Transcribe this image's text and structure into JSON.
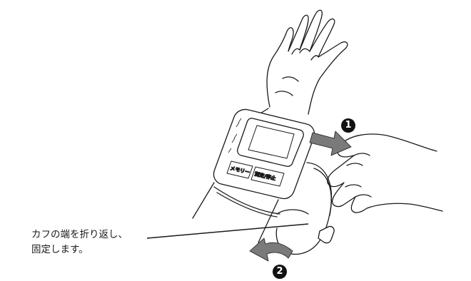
{
  "caption": {
    "line1": "カフの端を折り返し、",
    "line2": "固定します。"
  },
  "step_markers": [
    "1",
    "2"
  ],
  "device": {
    "memory_button_label": "メモリー",
    "start_stop_button_label": "測定/停止"
  },
  "colors": {
    "line": "#1a1a1a",
    "arrow_fill": "#7a7a7a",
    "badge": "#111111"
  }
}
